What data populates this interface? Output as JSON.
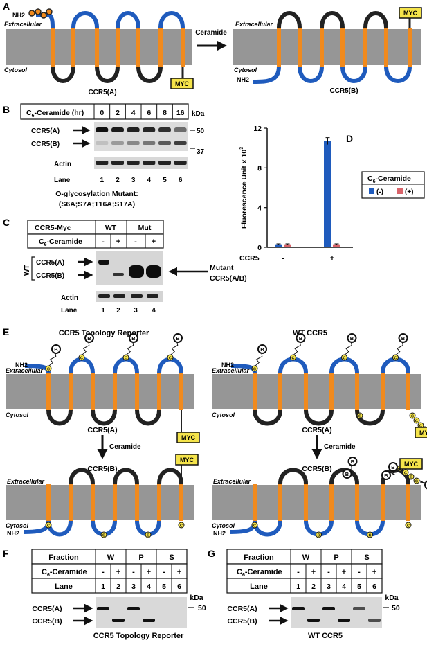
{
  "panel_labels": {
    "A": "A",
    "B": "B",
    "C": "C",
    "D": "D",
    "E": "E",
    "F": "F",
    "G": "G"
  },
  "common": {
    "nh2": "NH2",
    "extracellular": "Extracellular",
    "cytosol": "Cytosol",
    "myc": "MYC",
    "ceramide": "Ceramide",
    "ccr5a": "CCR5(A)",
    "ccr5b": "CCR5(B)",
    "kda": "kDa",
    "actin": "Actin",
    "lane": "Lane",
    "glyco_c": "C",
    "glyco_b": "B"
  },
  "panel_b": {
    "header": "C6-Ceramide (hr)",
    "header_main": "C",
    "header_sub": "6",
    "header_rest": "-Ceramide (hr)",
    "timepoints": [
      "0",
      "2",
      "4",
      "6",
      "8",
      "16"
    ],
    "lanes": [
      "1",
      "2",
      "3",
      "4",
      "5",
      "6"
    ],
    "markers": [
      "50",
      "37"
    ]
  },
  "panel_c": {
    "title_line1": "O-glycosylation Mutant:",
    "title_line2": "(S6A;S7A;T16A;S17A)",
    "construct_label": "CCR5-Myc",
    "groups": [
      "WT",
      "Mut"
    ],
    "ceramide_label_main": "C",
    "ceramide_label_sub": "6",
    "ceramide_label_rest": "-Ceramide",
    "treatment": [
      "-",
      "+",
      "-",
      "+"
    ],
    "lanes": [
      "1",
      "2",
      "3",
      "4"
    ],
    "wt_bracket": "WT",
    "mutant_label_line1": "Mutant",
    "mutant_label_line2": "CCR5(A/B)"
  },
  "chart_data": {
    "type": "bar",
    "panel": "D",
    "xlabel": "CCR5",
    "categories": [
      "-",
      "+"
    ],
    "ylabel_main": "Fluorescence Unit x 10",
    "ylabel_sup": "3",
    "ylim": [
      0,
      12
    ],
    "yticks": [
      0,
      4,
      8,
      12
    ],
    "legend_title_main": "C",
    "legend_title_sub": "6",
    "legend_title_rest": "-Ceramide",
    "legend_placement": "right",
    "series": [
      {
        "name": "(-)",
        "color": "#1f5bbd",
        "values": [
          0.3,
          10.7
        ],
        "errors": [
          0.05,
          0.35
        ]
      },
      {
        "name": "(+)",
        "color": "#d9636a",
        "values": [
          0.3,
          0.3
        ],
        "errors": [
          0.05,
          0.05
        ]
      }
    ]
  },
  "panel_e": {
    "left_title": "CCR5 Topology Reporter",
    "right_title": "WT CCR5"
  },
  "panel_f": {
    "fraction_label": "Fraction",
    "ceramide_main": "C",
    "ceramide_sub": "6",
    "ceramide_rest": "-Ceramide",
    "lane_label": "Lane",
    "fractions": [
      "W",
      "P",
      "S"
    ],
    "treatment": [
      "-",
      "+",
      "-",
      "+",
      "-",
      "+"
    ],
    "lanes": [
      "1",
      "2",
      "3",
      "4",
      "5",
      "6"
    ],
    "marker": "50",
    "caption": "CCR5 Topology Reporter"
  },
  "panel_g": {
    "caption": "WT CCR5",
    "marker": "50"
  }
}
